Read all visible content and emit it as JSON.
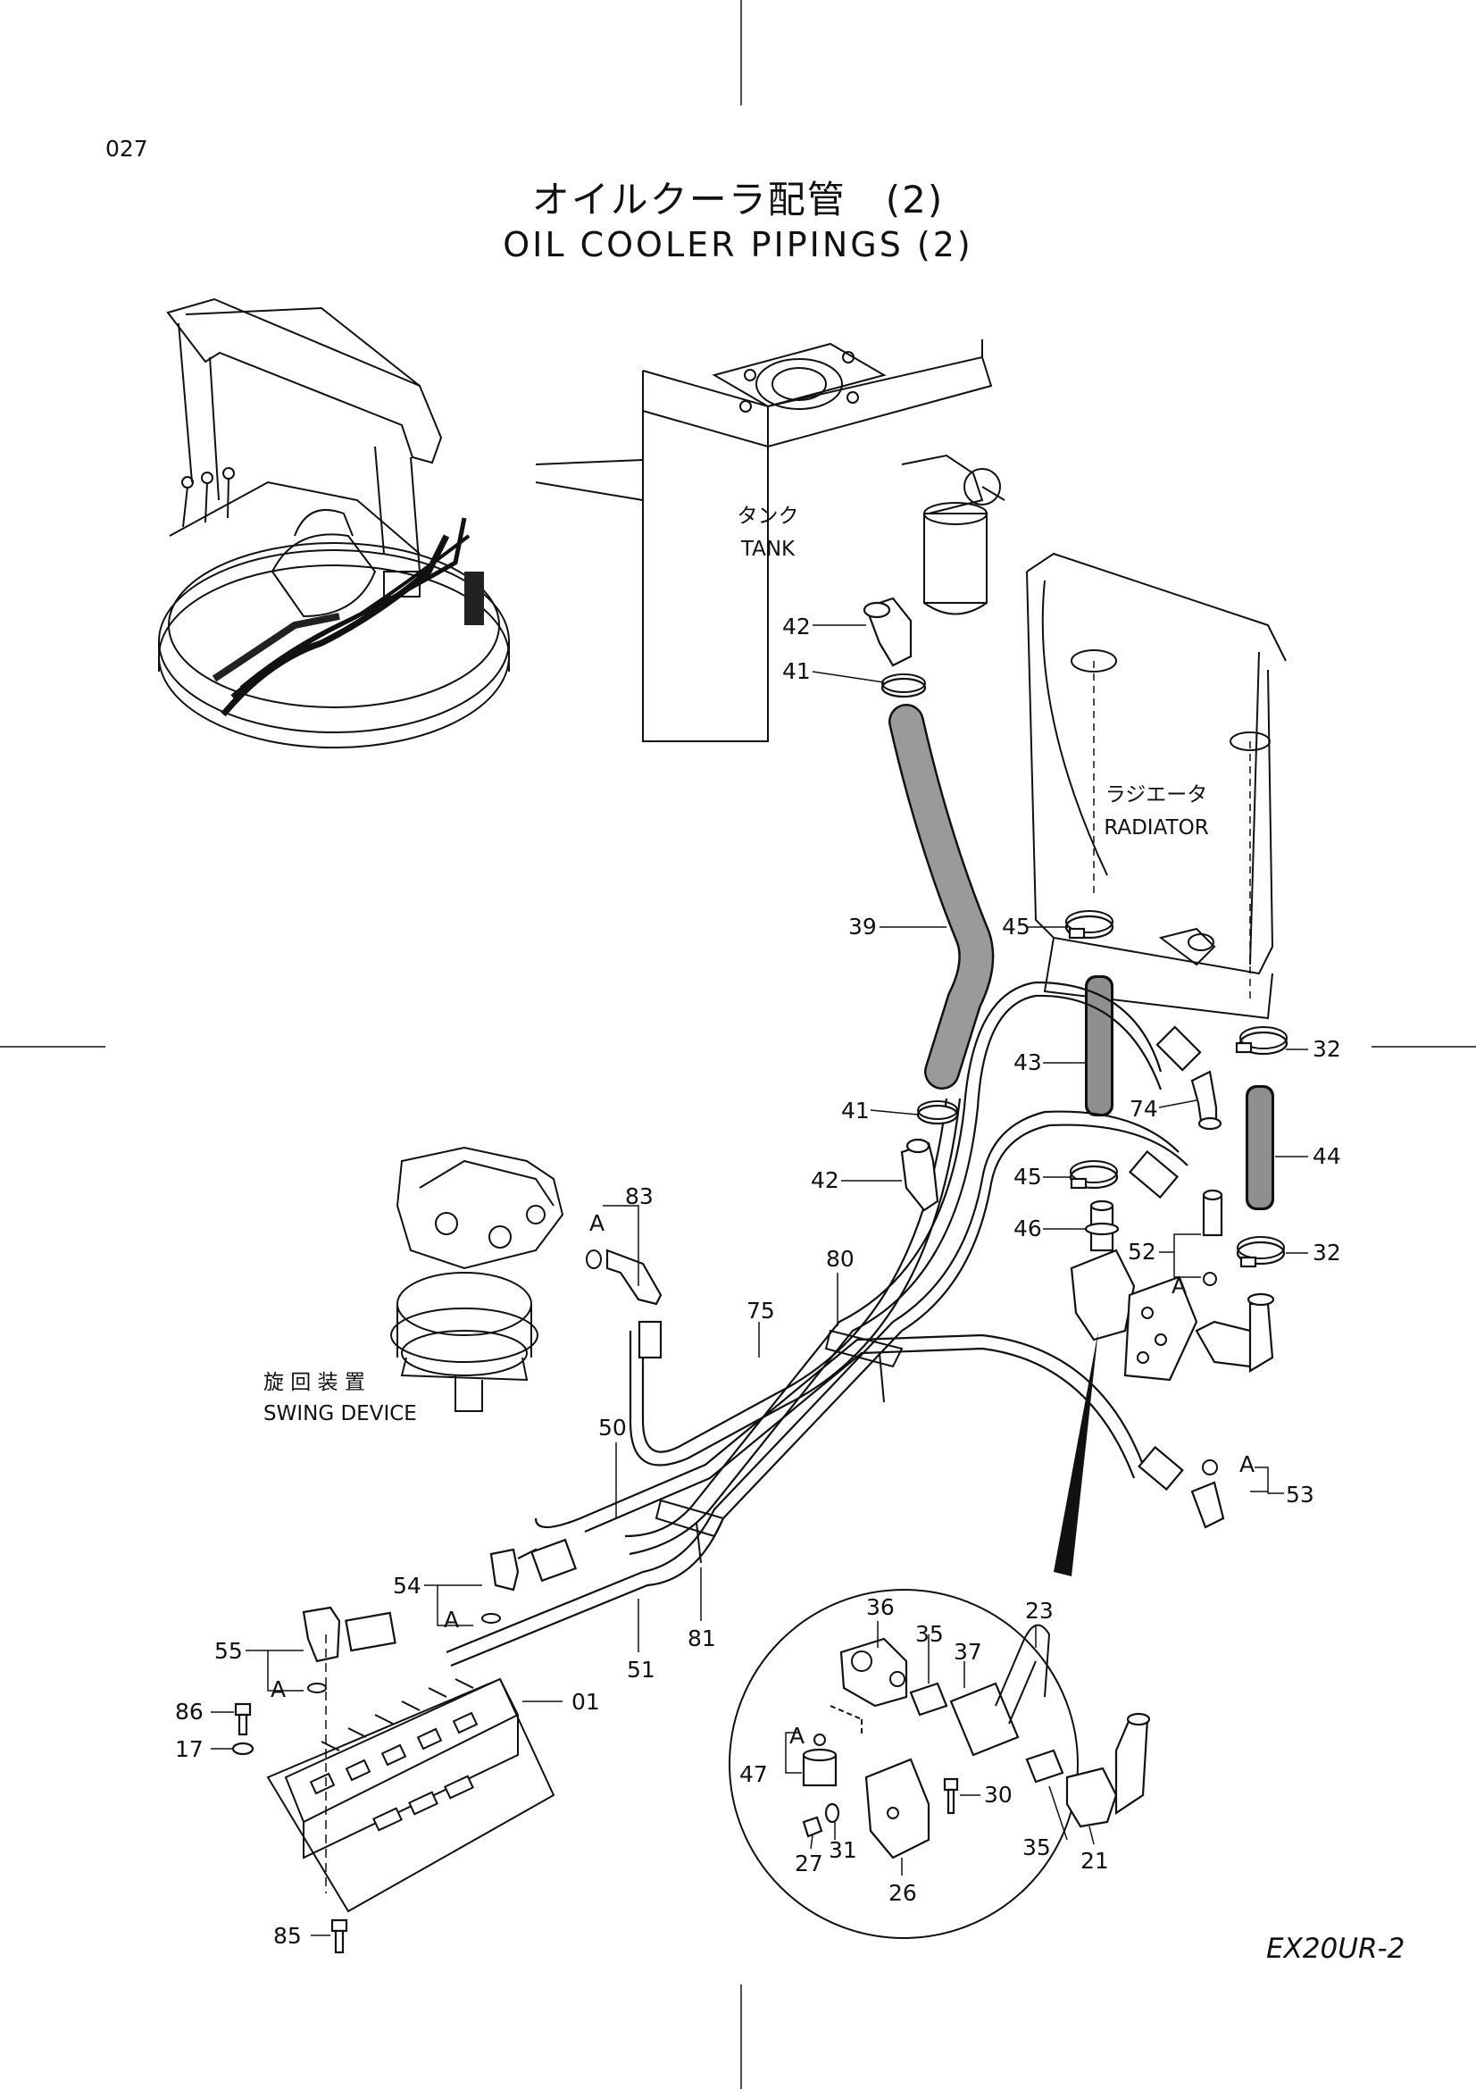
{
  "page_number": "027",
  "title_jp": "オイルクーラ配管　(2)",
  "title_en": "OIL COOLER PIPINGS (2)",
  "model": "EX20UR-2",
  "components": {
    "tank_jp": "タンク",
    "tank_en": "TANK",
    "radiator_jp": "ラジエータ",
    "radiator_en": "RADIATOR",
    "swing_jp": "旋 回 装 置",
    "swing_en": "SWING DEVICE"
  },
  "callouts": {
    "p42a": "42",
    "p41a": "41",
    "p39": "39",
    "p45a": "45",
    "p43": "43",
    "p32a": "32",
    "p74": "74",
    "p44": "44",
    "p41b": "41",
    "p42b": "42",
    "p45b": "45",
    "p46": "46",
    "p52": "52",
    "p32b": "32",
    "p83": "83",
    "p80": "80",
    "p75": "75",
    "p50": "50",
    "p53": "53",
    "p54": "54",
    "p55": "55",
    "p51": "51",
    "p81": "81",
    "p01": "01",
    "p86": "86",
    "p17": "17",
    "p85": "85",
    "d36": "36",
    "d35a": "35",
    "d23": "23",
    "d37": "37",
    "d47": "47",
    "d30": "30",
    "d27": "27",
    "d31": "31",
    "d26": "26",
    "d35b": "35",
    "d21": "21"
  },
  "section_marks": {
    "a1": "A",
    "a2": "A",
    "a3": "A",
    "a4": "A",
    "a5": "A",
    "a6": "A"
  }
}
